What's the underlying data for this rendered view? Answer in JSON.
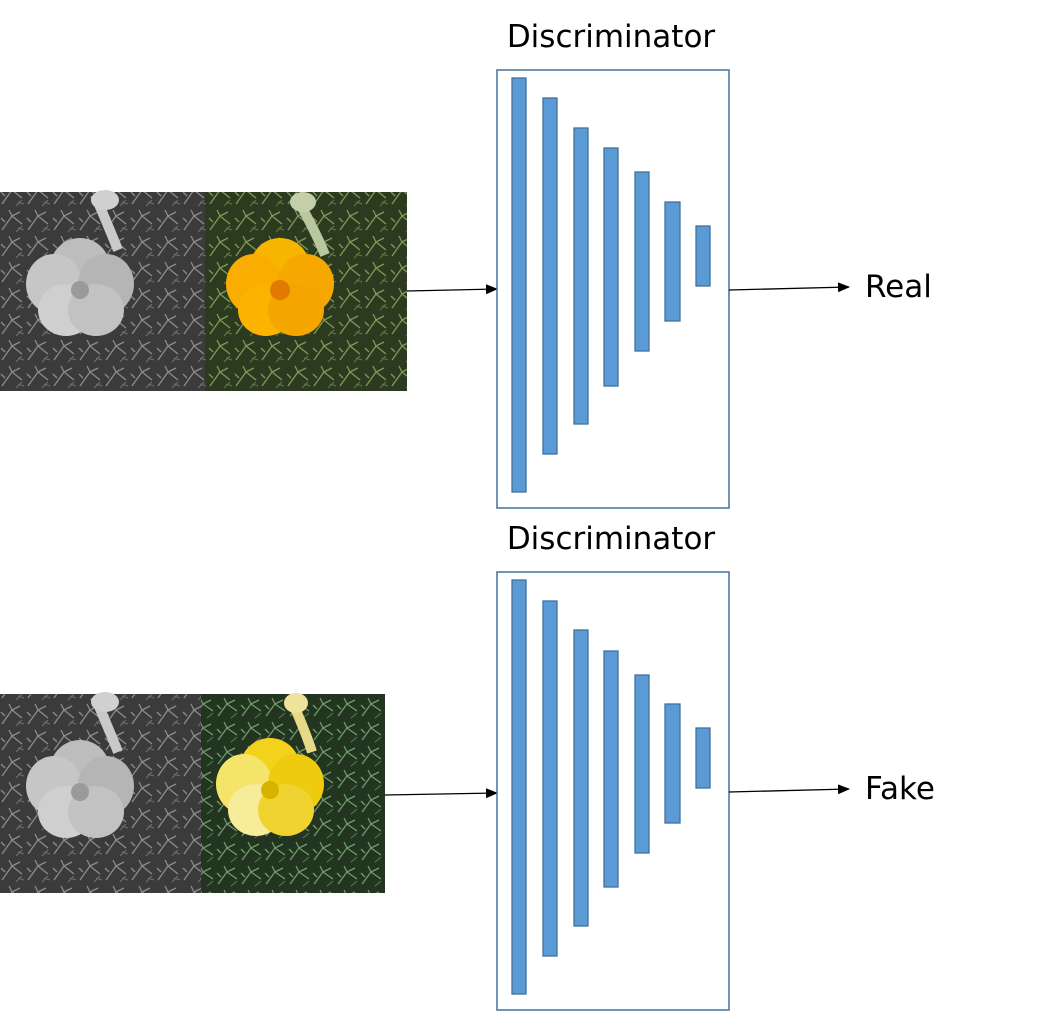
{
  "rows": [
    {
      "title": "Discriminator",
      "output": "Real",
      "input_left": "grayscale poppy photo",
      "input_right": "original color poppy photo (orange)"
    },
    {
      "title": "Discriminator",
      "output": "Fake",
      "input_left": "grayscale poppy photo",
      "input_right": "generated colorized poppy photo (yellow)"
    }
  ],
  "colors": {
    "layer_fill": "#5b9bd5",
    "layer_stroke": "#41719c",
    "box_stroke": "#41719c",
    "real_flower": "#f5a300",
    "fake_flower": "#f2d21a",
    "foliage": "#2f3e22",
    "gray_bg": "#3a3a3a"
  }
}
